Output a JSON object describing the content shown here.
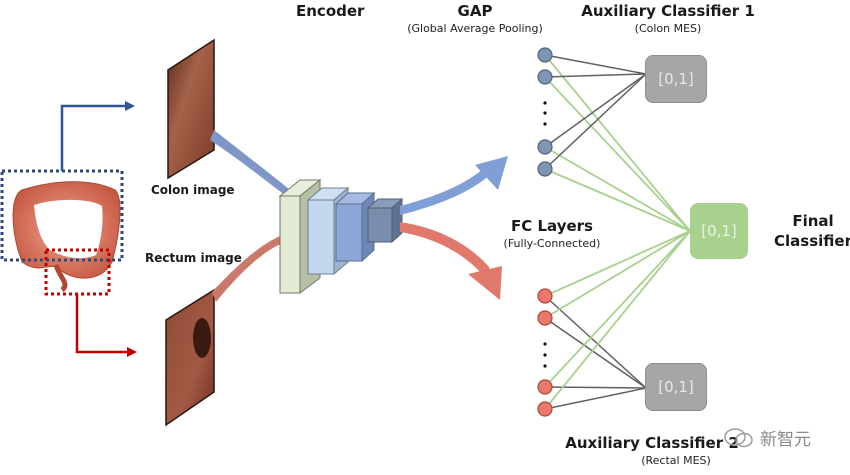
{
  "labels": {
    "encoder": "Encoder",
    "gap_title": "GAP",
    "gap_sub": "(Global Average Pooling)",
    "aux1_title": "Auxiliary Classifier 1",
    "aux1_sub": "(Colon MES)",
    "aux2_title": "Auxiliary Classifier 2",
    "aux2_sub": "(Rectal MES)",
    "fc_title": "FC Layers",
    "fc_sub": "(Fully-Connected)",
    "final_title_line1": "Final",
    "final_title_line2": "Classifier",
    "colon_image": "Colon image",
    "rectum_image": "Rectum image"
  },
  "outputs": {
    "aux1_range": "[0,1]",
    "aux2_range": "[0,1]",
    "final_range": "[0,1]"
  },
  "watermark": "新智元",
  "colors": {
    "colon_blue": "#2f5597",
    "rectum_red": "#c00000",
    "node_blue": "#7f96b2",
    "node_red": "#e8796b",
    "edge_gray": "#606060",
    "edge_green": "#a9d18e",
    "box_gray": "#a6a6a6",
    "box_green": "#a9d18e",
    "arrow_blue": "#7f9fd6",
    "arrow_red": "#e0796b"
  }
}
